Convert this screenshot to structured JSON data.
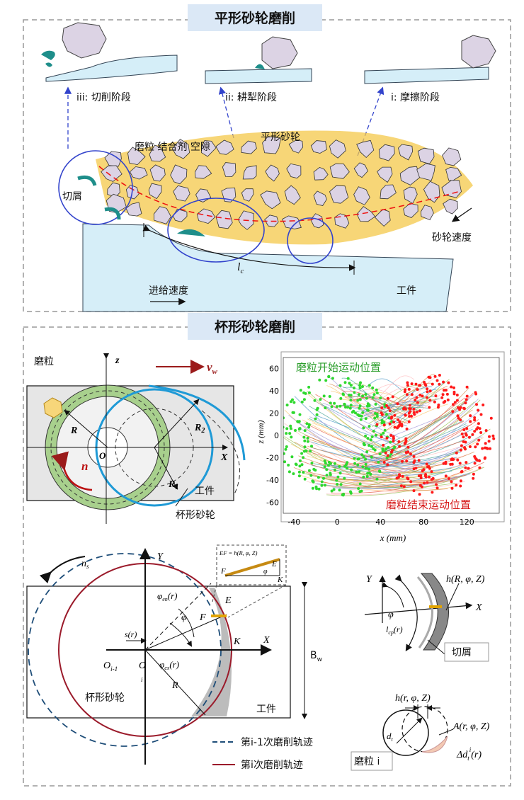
{
  "section1": {
    "title": "平形砂轮磨削",
    "stage3": "iii: 切削阶段",
    "stage2": "ii: 耕犁阶段",
    "stage1": "i: 摩擦阶段",
    "binder_label": "磨粒 结合剂  空隙",
    "wheel_label": "平形砂轮",
    "chip_label": "切屑",
    "wheel_speed": "砂轮速度",
    "lc": "l",
    "lc_sub": "c",
    "feed_speed": "进给速度",
    "workpiece": "工件"
  },
  "section2": {
    "title": "杯形砂轮磨削",
    "grain": "磨粒",
    "z_axis": "z",
    "x_axis": "X",
    "origin": "O",
    "vw": "v",
    "vw_sub": "w",
    "R": "R",
    "R2": "R",
    "R2_sub": "2",
    "R1": "R",
    "R1_sub": "1",
    "n": "n",
    "workpiece": "工件",
    "cup_wheel": "杯形砂轮"
  },
  "scatter": {
    "legend_start": "磨粒开始运动位置",
    "legend_end": "磨粒结束运动位置",
    "ylabel": "z (mm)",
    "xlabel": "x (mm)",
    "y_ticks": [
      "60",
      "40",
      "20",
      "0",
      "-20",
      "-40",
      "-60"
    ],
    "x_ticks": [
      "-40",
      "0",
      "40",
      "80",
      "120"
    ],
    "start_color": "#2fd82f",
    "end_color": "#ff1a1a"
  },
  "chart_data": {
    "type": "scatter",
    "xlabel": "x (mm)",
    "ylabel": "z (mm)",
    "xlim": [
      -50,
      150
    ],
    "ylim": [
      -70,
      70
    ],
    "x_ticks": [
      -40,
      0,
      40,
      80,
      120
    ],
    "y_ticks": [
      -60,
      -40,
      -20,
      0,
      20,
      40,
      60
    ],
    "series": [
      {
        "name": "磨粒开始运动位置",
        "center": [
          0,
          0
        ],
        "radius_range": [
          25,
          55
        ],
        "color": "#2fd82f"
      },
      {
        "name": "磨粒结束运动位置",
        "center": [
          90,
          0
        ],
        "radius_range": [
          25,
          55
        ],
        "color": "#ff1a1a"
      }
    ]
  },
  "section3": {
    "Y": "Y",
    "X": "X",
    "ns": "n",
    "ns_sub": "s",
    "phi_en": "φ",
    "phi_en_sub": "en",
    "phi_en_arg": "(r)",
    "phi": "φ",
    "phi_ex": "φ",
    "phi_ex_sub": "ex",
    "phi_ex_arg": "(r)",
    "s_r": "s(r)",
    "O_prev": "O",
    "O_prev_sub": "i-1",
    "O": "O",
    "O_sub": "i",
    "R": "R",
    "E": "E",
    "F": "F",
    "K": "K",
    "Bw": "B",
    "Bw_sub": "w",
    "cup_wheel": "杯形砂轮",
    "workpiece": "工件",
    "inset_formula": "EF = h(R, φ, Z)",
    "inset_E": "E",
    "inset_F": "F",
    "inset_K": "K",
    "inset_phi": "φ",
    "legend_prev": "第i-1次磨削轨迹",
    "legend_cur": "第i次磨削轨迹"
  },
  "section4": {
    "Y": "Y",
    "X": "X",
    "phi": "φ",
    "h": "h(R, φ, Z)",
    "lcp": "l",
    "lcp_sub": "cp",
    "lcp_arg": "(r)",
    "chip": "切屑",
    "h_r": "h(r, φ, Z)",
    "A": "A(r, φ, Z)",
    "dt": "d",
    "dt_sub": "t",
    "delta": "Δd",
    "delta_sub": "t",
    "delta_sup": "i",
    "delta_arg": "(r)",
    "grain": "磨粒 i"
  }
}
